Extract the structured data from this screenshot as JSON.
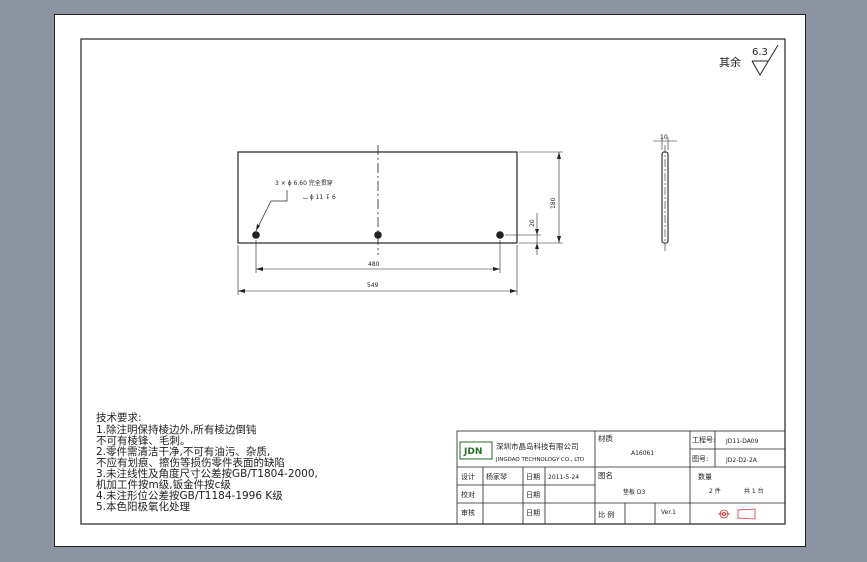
{
  "roughness": {
    "prefix": "其余",
    "value": "6.3"
  },
  "front_view": {
    "hole_note_line1": "3 × ϕ 6.60 完全贯穿",
    "hole_note_line2": "⌴ ϕ 11 ↧ 6",
    "dim_hole_spacing": "480",
    "dim_total_length": "549",
    "dim_height": "180",
    "dim_hole_offset": "20"
  },
  "side_view": {
    "dim_thickness": "10"
  },
  "tech_requirements": {
    "title": "技术要求:",
    "lines": [
      "1.除注明保持棱边外,所有棱边倒钝",
      "   不可有棱锋、毛刺。",
      "2.零件需清洁干净,不可有油污、杂质,",
      "   不应有划痕、擦伤等损伤零件表面的缺陷",
      "3.未注线性及角度尺寸公差按GB/T1804-2000,",
      "   机加工件按m级,钣金件按c级",
      "4.未注形位公差按GB/T1184-1996 K级",
      "5.本色阳极氧化处理"
    ]
  },
  "title_block": {
    "logo_text": "JDN",
    "company_cn": "深圳市晶岛科技有限公司",
    "company_en": "JINGDAO TECHNOLOGY CO., LTD",
    "material_label": "材质",
    "material_value": "A16061",
    "project_no_label": "工程号:",
    "project_no_value": "JD11-DA09",
    "drawing_no_label": "图号:",
    "drawing_no_value": "JD2-D2-2A",
    "designer_label": "设计",
    "designer_value": "杨家琴",
    "date_label": "日期",
    "date_value": "2011-5-24",
    "part_name_label": "图名",
    "part_name_value": "垫板 D3",
    "quantity_label": "数量",
    "quantity_value": "2 件",
    "sets_value": "共 1 台",
    "review_label": "校对",
    "approve_label": "审核",
    "scale_label": "比 例",
    "version_label": "Ver.1"
  }
}
